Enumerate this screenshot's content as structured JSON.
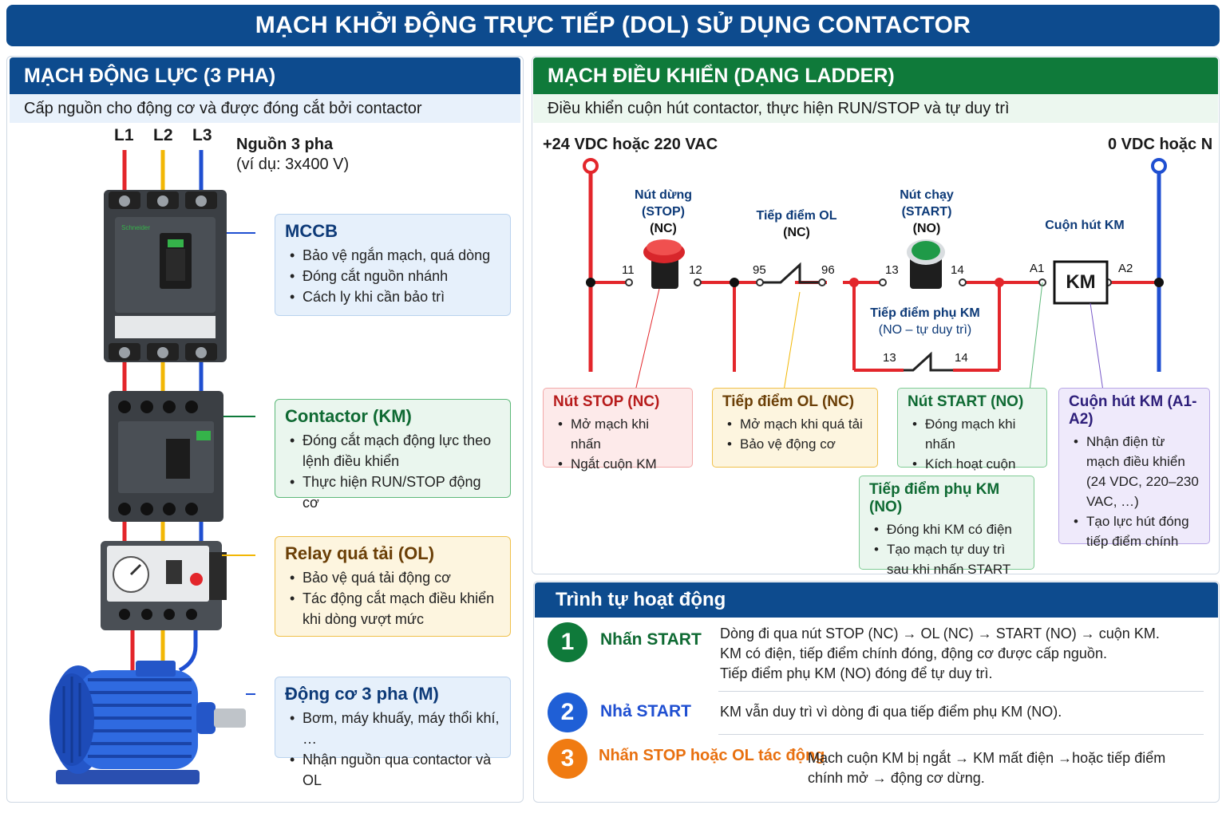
{
  "title": "MẠCH KHỞI ĐỘNG TRỰC TIẾP (DOL) SỬ DỤNG CONTACTOR",
  "power": {
    "header": "MẠCH ĐỘNG LỰC (3 PHA)",
    "subtitle": "Cấp nguồn cho động cơ và được đóng cắt bởi contactor",
    "phases": [
      "L1",
      "L2",
      "L3"
    ],
    "source_label": "Nguồn 3 pha",
    "source_example": "(ví dụ: 3x400 V)",
    "mccb_brand": "Schneider",
    "cards": [
      {
        "title": "MCCB",
        "items": [
          "Bảo vệ ngắn mạch, quá dòng",
          "Đóng cắt nguồn nhánh",
          "Cách ly khi cần bảo trì"
        ]
      },
      {
        "title": "Contactor (KM)",
        "items": [
          "Đóng cắt mạch động lực theo lệnh điều khiển",
          "Thực hiện RUN/STOP động cơ"
        ]
      },
      {
        "title": "Relay quá tải (OL)",
        "items": [
          "Bảo vệ quá tải động cơ",
          "Tác động cắt mạch điều khiển khi dòng vượt mức"
        ]
      },
      {
        "title": "Động cơ 3 pha (M)",
        "items": [
          "Bơm, máy khuấy, máy thổi khí, …",
          "Nhận nguồn qua contactor và OL"
        ]
      }
    ]
  },
  "control": {
    "header": "MẠCH ĐIỀU KHIỂN (DẠNG LADDER)",
    "subtitle": "Điều khiển cuộn hút contactor, thực hiện RUN/STOP và tự duy trì",
    "left_rail": "+24 VDC hoặc 220 VAC",
    "right_rail": "0 VDC hoặc N",
    "stop_label": [
      "Nút dừng",
      "(STOP)",
      "(NC)"
    ],
    "ol_label": [
      "Tiếp điểm OL",
      "(NC)"
    ],
    "start_label": [
      "Nút chạy",
      "(START)",
      "(NO)"
    ],
    "coil_label": "Cuộn hút KM",
    "aux_label": [
      "Tiếp điểm phụ KM",
      "(NO – tự duy trì)"
    ],
    "coil_text": "KM",
    "terminals": {
      "t11": "11",
      "t12": "12",
      "t95": "95",
      "t96": "96",
      "t13": "13",
      "t14": "14",
      "a1": "A1",
      "a2": "A2",
      "aux13": "13",
      "aux14": "14"
    },
    "cards": [
      {
        "title": "Nút STOP (NC)",
        "items": [
          "Mở mạch khi nhấn",
          "Ngắt cuộn KM"
        ]
      },
      {
        "title": "Tiếp điểm OL (NC)",
        "items": [
          "Mở mạch khi quá tải",
          "Bảo vệ động cơ"
        ]
      },
      {
        "title": "Nút START (NO)",
        "items": [
          "Đóng mạch khi nhấn",
          "Kích hoạt cuộn KM"
        ]
      },
      {
        "title": "Cuộn hút KM (A1-A2)",
        "items": [
          "Nhận điện từ mạch điều khiển (24 VDC, 220–230 VAC, …)",
          "Tạo lực hút đóng tiếp điểm chính"
        ]
      },
      {
        "title": "Tiếp điểm phụ KM (NO)",
        "items": [
          "Đóng khi KM có điện",
          "Tạo mạch tự duy trì sau khi nhấn START"
        ]
      }
    ]
  },
  "sequence": {
    "header": "Trình tự hoạt động",
    "steps": [
      {
        "num": "1",
        "title": "Nhấn START",
        "text": [
          "Dòng đi qua nút STOP (NC) → OL (NC) → START (NO) → cuộn KM.",
          "KM có điện, tiếp điểm chính đóng, động cơ được cấp nguồn.",
          "Tiếp điểm phụ KM (NO) đóng để tự duy trì."
        ]
      },
      {
        "num": "2",
        "title": "Nhả START",
        "text": [
          "KM vẫn duy trì vì dòng đi qua tiếp điểm phụ KM (NO)."
        ]
      },
      {
        "num": "3",
        "title": "Nhấn STOP hoặc OL tác động",
        "text": [
          "Mạch cuộn KM bị ngắt → KM mất điện →hoặc tiếp điểm",
          "chính mở → động cơ dừng."
        ]
      }
    ]
  },
  "colors": {
    "blue": "#0d4b8e",
    "green": "#0f7a3a",
    "red": "#e3262b",
    "yellow": "#f2b705",
    "phase_blue": "#1f4fd1",
    "orange": "#f07b12"
  }
}
